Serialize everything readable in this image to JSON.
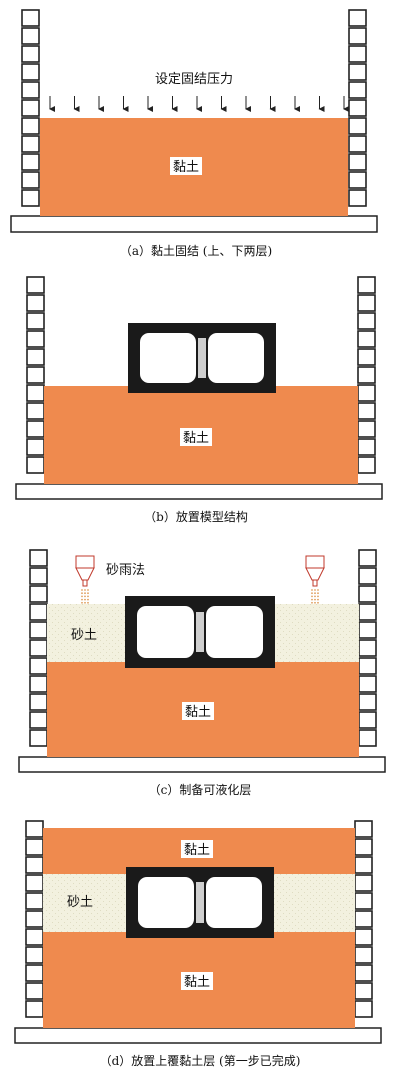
{
  "panel_a": {
    "load_label": "设定固结压力",
    "clay_label": "黏土",
    "caption": "（a）黏土固结 (上、下两层)"
  },
  "panel_b": {
    "clay_label": "黏土",
    "caption": "（b）放置模型结构"
  },
  "panel_c": {
    "method_label": "砂雨法",
    "sand_label": "砂土",
    "clay_label": "黏土",
    "caption": "（c）制备可液化层"
  },
  "panel_d": {
    "clay_top_label": "黏土",
    "sand_label": "砂土",
    "clay_bottom_label": "黏土",
    "caption": "（d）放置上覆黏土层 (第一步已完成)"
  },
  "colors": {
    "clay": "#ef8a4e",
    "sand": "#f3f1df",
    "structure": "#1a1a1a",
    "column": "#cfcfcf",
    "outline": "#222222"
  }
}
